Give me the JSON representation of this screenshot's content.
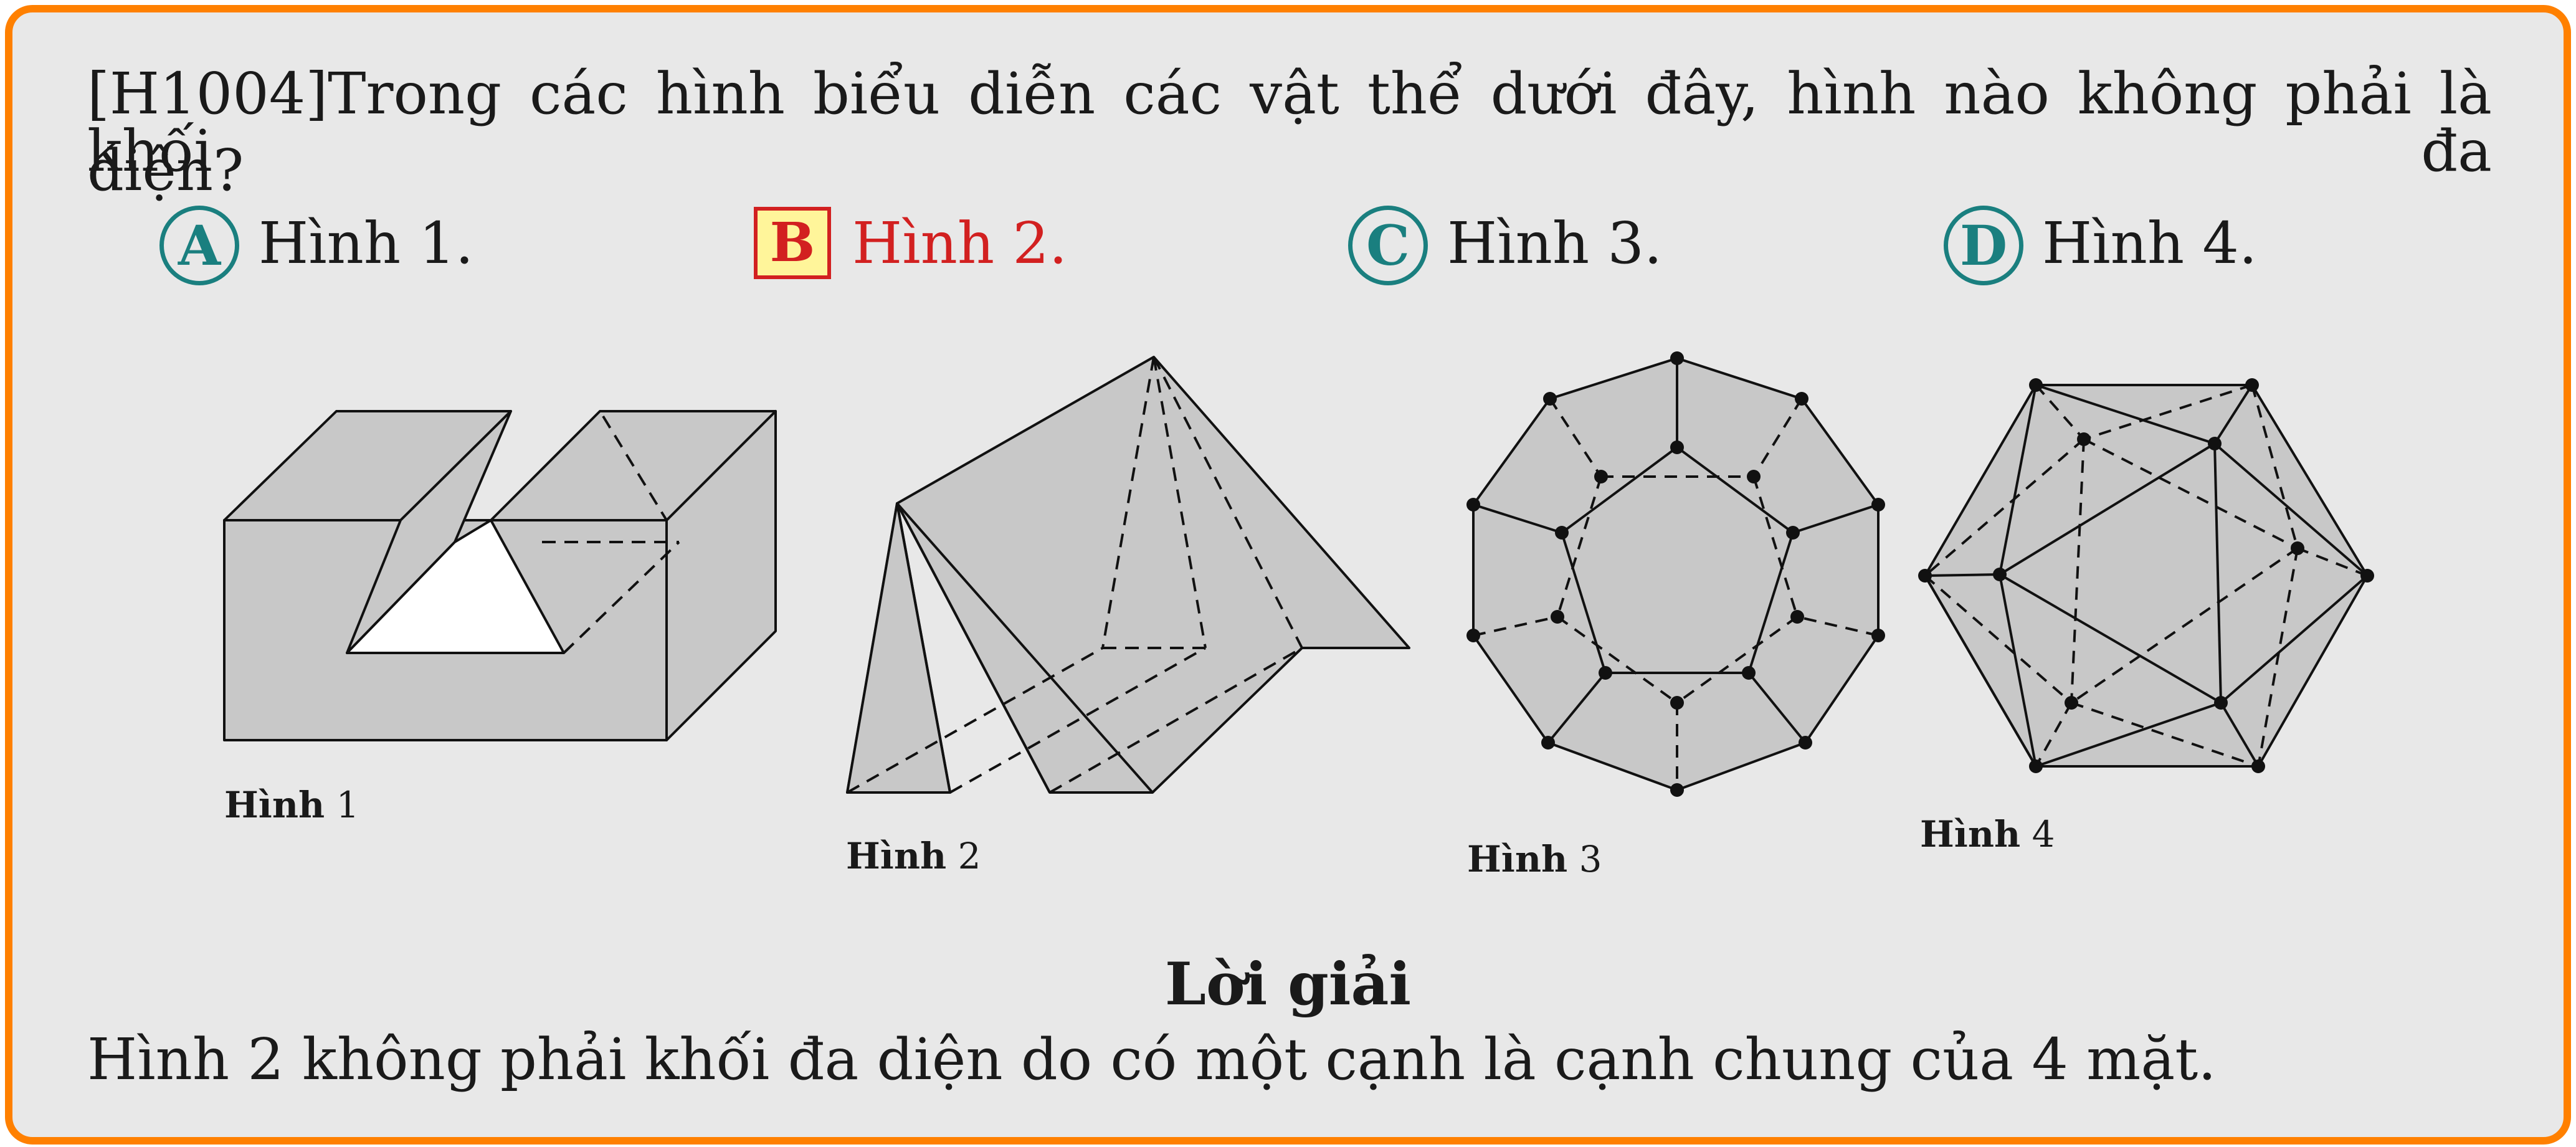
{
  "question": {
    "line1": "[H1004]Trong các hình biểu diễn các vật thể dưới đây, hình nào không phải là khối đa",
    "line2": "diện?"
  },
  "options": [
    {
      "letter": "A",
      "text": "Hình 1.",
      "selected": false
    },
    {
      "letter": "B",
      "text": "Hình 2.",
      "selected": true
    },
    {
      "letter": "C",
      "text": "Hình 3.",
      "selected": false
    },
    {
      "letter": "D",
      "text": "Hình 4.",
      "selected": false
    }
  ],
  "figures": [
    {
      "bold": "Hình",
      "num": "1"
    },
    {
      "bold": "Hình",
      "num": "2"
    },
    {
      "bold": "Hình",
      "num": "3"
    },
    {
      "bold": "Hình",
      "num": "4"
    }
  ],
  "solution": {
    "title": "Lời giải",
    "text": "Hình 2 không phải khối đa diện do có một cạnh là cạnh chung của 4 mặt."
  },
  "colors": {
    "frame": "#ff8000",
    "panel": "#e8e8e8",
    "option_marker": "#1a7f7f",
    "answer_highlight": "#d22020",
    "answer_fill": "#fff59a",
    "solid_fill": "#c8c8c8"
  }
}
